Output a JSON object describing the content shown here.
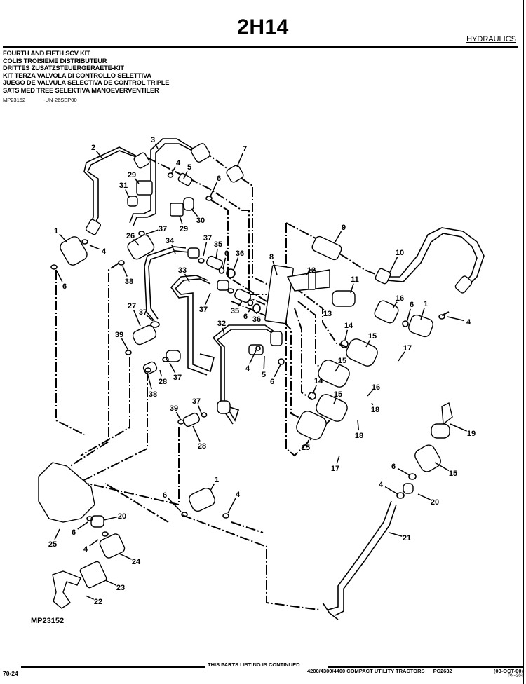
{
  "header": {
    "page_code": "2H14",
    "section": "HYDRAULICS"
  },
  "kit": {
    "titles": [
      "FOURTH AND FIFTH SCV KIT",
      "COLIS TROISIEME DISTRIBUTEUR",
      "DRITTES ZUSATZSTEUERGERAETE-KIT",
      "KIT TERZA VALVOLA DI CONTROLLO SELETTIVA",
      "JUEGO DE VALVULA SELECTIVA DE CONTROL TRIPLE",
      "SATS MED TREE SELEKTIVA MANOEVERVENTILER"
    ],
    "figure_ref": "MP23152",
    "ref_code": "-UN-26SEP00"
  },
  "diagram": {
    "figure_id": "MP23152",
    "callouts": [
      {
        "label": "2",
        "part": "hydraulic-line"
      },
      {
        "label": "3",
        "part": "hydraulic-line"
      },
      {
        "label": "7",
        "part": "fitting"
      },
      {
        "label": "4",
        "part": "o-ring"
      },
      {
        "label": "5",
        "part": "fitting"
      },
      {
        "label": "29",
        "part": "bracket"
      },
      {
        "label": "31",
        "part": "nut"
      },
      {
        "label": "6",
        "part": "o-ring"
      },
      {
        "label": "29",
        "part": "bracket"
      },
      {
        "label": "30",
        "part": "fitting"
      },
      {
        "label": "1",
        "part": "elbow"
      },
      {
        "label": "4",
        "part": "o-ring"
      },
      {
        "label": "6",
        "part": "o-ring"
      },
      {
        "label": "26",
        "part": "elbow"
      },
      {
        "label": "37",
        "part": "o-ring"
      },
      {
        "label": "38",
        "part": "o-ring"
      },
      {
        "label": "34",
        "part": "hydraulic-line"
      },
      {
        "label": "37",
        "part": "o-ring"
      },
      {
        "label": "35",
        "part": "fitting"
      },
      {
        "label": "6",
        "part": "o-ring"
      },
      {
        "label": "36",
        "part": "cap"
      },
      {
        "label": "9",
        "part": "fitting"
      },
      {
        "label": "10",
        "part": "hydraulic-line"
      },
      {
        "label": "8",
        "part": "bracket"
      },
      {
        "label": "12",
        "part": "cap-screw"
      },
      {
        "label": "11",
        "part": "dust-plug"
      },
      {
        "label": "33",
        "part": "hydraulic-line"
      },
      {
        "label": "37",
        "part": "o-ring"
      },
      {
        "label": "35",
        "part": "fitting"
      },
      {
        "label": "6",
        "part": "o-ring"
      },
      {
        "label": "36",
        "part": "cap"
      },
      {
        "label": "13",
        "part": "nut"
      },
      {
        "label": "16",
        "part": "coupler"
      },
      {
        "label": "6",
        "part": "o-ring"
      },
      {
        "label": "1",
        "part": "elbow"
      },
      {
        "label": "4",
        "part": "o-ring"
      },
      {
        "label": "27",
        "part": "fitting"
      },
      {
        "label": "37",
        "part": "o-ring"
      },
      {
        "label": "39",
        "part": "o-ring"
      },
      {
        "label": "32",
        "part": "hydraulic-line"
      },
      {
        "label": "14",
        "part": "washer"
      },
      {
        "label": "15",
        "part": "coupler"
      },
      {
        "label": "17",
        "part": "dust-cap"
      },
      {
        "label": "4",
        "part": "o-ring"
      },
      {
        "label": "5",
        "part": "fitting"
      },
      {
        "label": "6",
        "part": "o-ring"
      },
      {
        "label": "28",
        "part": "fitting"
      },
      {
        "label": "37",
        "part": "o-ring"
      },
      {
        "label": "38",
        "part": "o-ring"
      },
      {
        "label": "15",
        "part": "coupler"
      },
      {
        "label": "14",
        "part": "washer"
      },
      {
        "label": "16",
        "part": "coupler"
      },
      {
        "label": "15",
        "part": "coupler"
      },
      {
        "label": "18",
        "part": "dust-cap"
      },
      {
        "label": "18",
        "part": "dust-cap"
      },
      {
        "label": "39",
        "part": "o-ring"
      },
      {
        "label": "37",
        "part": "o-ring"
      },
      {
        "label": "28",
        "part": "fitting"
      },
      {
        "label": "15",
        "part": "coupler"
      },
      {
        "label": "17",
        "part": "dust-cap"
      },
      {
        "label": "19",
        "part": "dust-cap"
      },
      {
        "label": "15",
        "part": "coupler"
      },
      {
        "label": "6",
        "part": "o-ring"
      },
      {
        "label": "4",
        "part": "o-ring"
      },
      {
        "label": "20",
        "part": "fitting"
      },
      {
        "label": "1",
        "part": "elbow"
      },
      {
        "label": "6",
        "part": "o-ring"
      },
      {
        "label": "4",
        "part": "o-ring"
      },
      {
        "label": "20",
        "part": "fitting"
      },
      {
        "label": "6",
        "part": "o-ring"
      },
      {
        "label": "4",
        "part": "o-ring"
      },
      {
        "label": "24",
        "part": "elbow"
      },
      {
        "label": "21",
        "part": "hose"
      },
      {
        "label": "25",
        "part": "valve-body"
      },
      {
        "label": "23",
        "part": "coupler"
      },
      {
        "label": "22",
        "part": "dust-cap"
      }
    ]
  },
  "footer": {
    "continued": "THIS PARTS LISTING IS CONTINUED",
    "page_number": "70-24",
    "models": "4200/4300/4400 COMPACT UTILITY TRACTORS",
    "catalog": "PC2632",
    "date": "(03-OCT-00)",
    "page_ref": "PN=304"
  }
}
